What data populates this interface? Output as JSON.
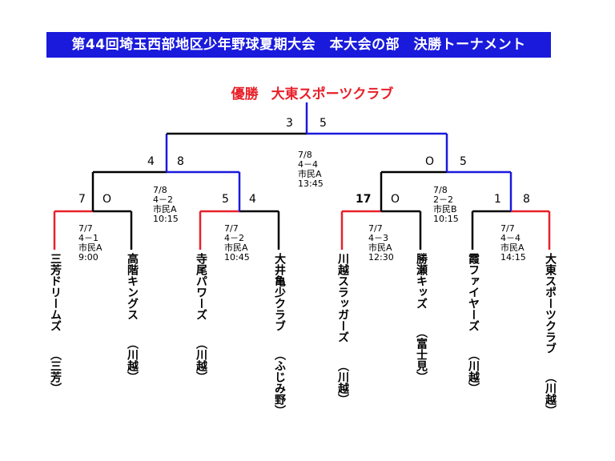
{
  "title": "第44回埼玉西部地区少年野球夏期大会　本大会の部　決勝トーナメント",
  "champion": {
    "label": "優勝",
    "team": "大東スポーツクラブ"
  },
  "colors": {
    "title_bg": "#1a1adc",
    "win_red": "#e8202a",
    "win_blue": "#1a1adc",
    "line_black": "#000000"
  },
  "teams": [
    {
      "name": "三芳ドリームズ",
      "pref": "（三芳）"
    },
    {
      "name": "高階キングス",
      "pref": "（川越）"
    },
    {
      "name": "寺尾パワーズ",
      "pref": "（川越）"
    },
    {
      "name": "大井亀少クラブ",
      "pref": "（ふじみ野）"
    },
    {
      "name": "川越スラッガーズ",
      "pref": "（川越）"
    },
    {
      "name": "勝瀬キッズ",
      "pref": "（富士見）"
    },
    {
      "name": "霞ファイヤーズ",
      "pref": "（川越）"
    },
    {
      "name": "大東スポーツクラブ",
      "pref": "（川越）"
    }
  ],
  "matches": [
    {
      "id": "r1m1",
      "score_left": "7",
      "score_right": "O",
      "date": "7/7",
      "result": "4－1",
      "venue": "市民A",
      "time": "9:00"
    },
    {
      "id": "r1m2",
      "score_left": "5",
      "score_right": "4",
      "date": "7/7",
      "result": "4－2",
      "venue": "市民A",
      "time": "10:45"
    },
    {
      "id": "r1m3",
      "score_left": "17",
      "score_right": "O",
      "date": "7/7",
      "result": "4－3",
      "venue": "市民A",
      "time": "12:30"
    },
    {
      "id": "r1m4",
      "score_left": "1",
      "score_right": "8",
      "date": "7/7",
      "result": "4－4",
      "venue": "市民A",
      "time": "14:15"
    },
    {
      "id": "sf1",
      "score_left": "4",
      "score_right": "8",
      "date": "7/8",
      "result": "4－2",
      "venue": "市民A",
      "time": "10:15"
    },
    {
      "id": "sf2",
      "score_left": "O",
      "score_right": "5",
      "date": "7/8",
      "result": "2－2",
      "venue": "市民B",
      "time": "10:15"
    },
    {
      "id": "final",
      "score_left": "3",
      "score_right": "5",
      "date": "7/8",
      "result": "4－4",
      "venue": "市民A",
      "time": "13:45"
    }
  ]
}
